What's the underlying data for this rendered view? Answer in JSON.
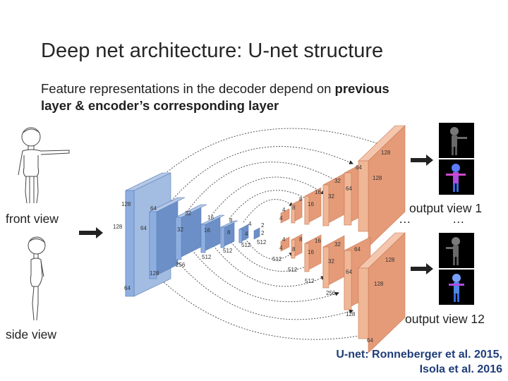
{
  "title": "Deep net architecture: U-net structure",
  "subtitle": {
    "part1": "Feature representations in the decoder depend on ",
    "bold1": "previous",
    "bold2": "layer & encoder’s corresponding layer"
  },
  "labels": {
    "front_view": "front view",
    "side_view": "side view",
    "output_view_1": "output view 1",
    "output_view_12": "output view 12",
    "ellipsis": "…"
  },
  "citation": {
    "line1": "U-net: Ronneberger et al. 2015,",
    "line2": "Isola et al. 2016"
  },
  "encoder_block_labels": [
    "128",
    "128",
    "64",
    "64",
    "64",
    "32",
    "32",
    "16",
    "16",
    "8",
    "8",
    "4",
    "4",
    "2",
    "2"
  ],
  "encoder_channel_labels": [
    "64",
    "128",
    "256",
    "512",
    "512",
    "512"
  ],
  "decoder_top_labels": [
    "128",
    "128",
    "64",
    "32",
    "64",
    "16",
    "32",
    "8",
    "16",
    "4",
    "8",
    "512",
    "4"
  ],
  "decoder_bottom_labels": [
    "4",
    "8",
    "8",
    "16",
    "16",
    "32",
    "32",
    "64",
    "64",
    "128",
    "128",
    "512",
    "512",
    "256",
    "128",
    "64"
  ],
  "colors": {
    "encoder_block": "#7f9fd0",
    "decoder_block": "#e8a07e",
    "arrow": "#222222",
    "citation": "#1f3d79"
  }
}
